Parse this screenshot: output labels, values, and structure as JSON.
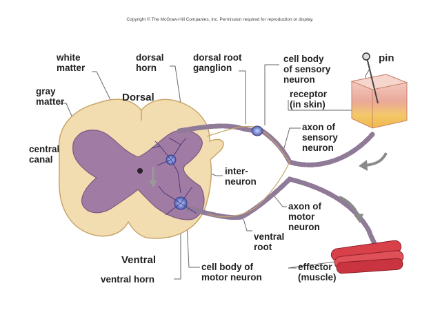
{
  "copyright": "Copyright © The McGraw-Hill Companies, Inc. Permission required for reproduction or display.",
  "labels": {
    "white_matter": "white\nmatter",
    "dorsal_horn": "dorsal\nhorn",
    "dorsal_root_ganglion": "dorsal root\nganglion",
    "cell_body_sensory": "cell body\nof sensory\nneuron",
    "pin": "pin",
    "gray_matter": "gray\nmatter",
    "dorsal": "Dorsal",
    "receptor": "receptor\n(in skin)",
    "central_canal": "central\ncanal",
    "axon_sensory": "axon of\nsensory\nneuron",
    "interneuron": "inter-\nneuron",
    "axon_motor": "axon of\nmotor\nneuron",
    "ventral_root": "ventral\nroot",
    "ventral": "Ventral",
    "ventral_horn": "ventral horn",
    "cell_body_motor": "cell body of\nmotor neuron",
    "effector": "effector\n(muscle)"
  },
  "colors": {
    "white_matter": "#f1ddb0",
    "gray_matter": "#a07ba3",
    "axon": "#8f7a98",
    "muscle": "#d8404a",
    "skin_top": "#f2c8b8",
    "arrow": "#8a8a8a"
  }
}
